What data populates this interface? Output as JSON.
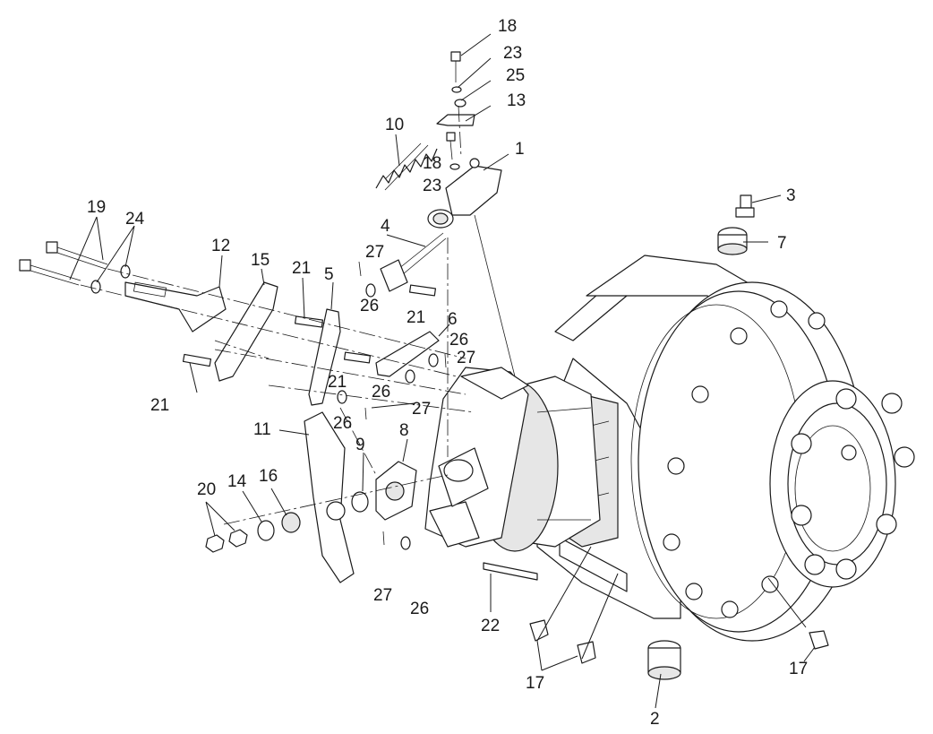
{
  "diagram": {
    "callouts": [
      {
        "id": "c-18a",
        "text": "18"
      },
      {
        "id": "c-23a",
        "text": "23"
      },
      {
        "id": "c-25",
        "text": "25"
      },
      {
        "id": "c-13",
        "text": "13"
      },
      {
        "id": "c-10",
        "text": "10"
      },
      {
        "id": "c-1",
        "text": "1"
      },
      {
        "id": "c-18b",
        "text": "18"
      },
      {
        "id": "c-23b",
        "text": "23"
      },
      {
        "id": "c-3",
        "text": "3"
      },
      {
        "id": "c-7",
        "text": "7"
      },
      {
        "id": "c-19",
        "text": "19"
      },
      {
        "id": "c-24",
        "text": "24"
      },
      {
        "id": "c-12",
        "text": "12"
      },
      {
        "id": "c-15",
        "text": "15"
      },
      {
        "id": "c-4",
        "text": "4"
      },
      {
        "id": "c-27a",
        "text": "27"
      },
      {
        "id": "c-21a",
        "text": "21"
      },
      {
        "id": "c-5",
        "text": "5"
      },
      {
        "id": "c-26a",
        "text": "26"
      },
      {
        "id": "c-21b",
        "text": "21"
      },
      {
        "id": "c-6",
        "text": "6"
      },
      {
        "id": "c-26b",
        "text": "26"
      },
      {
        "id": "c-27b",
        "text": "27"
      },
      {
        "id": "c-21c",
        "text": "21"
      },
      {
        "id": "c-21d",
        "text": "21"
      },
      {
        "id": "c-26c",
        "text": "26"
      },
      {
        "id": "c-27c",
        "text": "27"
      },
      {
        "id": "c-26d",
        "text": "26"
      },
      {
        "id": "c-11",
        "text": "11"
      },
      {
        "id": "c-9",
        "text": "9"
      },
      {
        "id": "c-8",
        "text": "8"
      },
      {
        "id": "c-20",
        "text": "20"
      },
      {
        "id": "c-14",
        "text": "14"
      },
      {
        "id": "c-16",
        "text": "16"
      },
      {
        "id": "c-27d",
        "text": "27"
      },
      {
        "id": "c-26e",
        "text": "26"
      },
      {
        "id": "c-22",
        "text": "22"
      },
      {
        "id": "c-17a",
        "text": "17"
      },
      {
        "id": "c-17b",
        "text": "17"
      },
      {
        "id": "c-2",
        "text": "2"
      }
    ]
  }
}
